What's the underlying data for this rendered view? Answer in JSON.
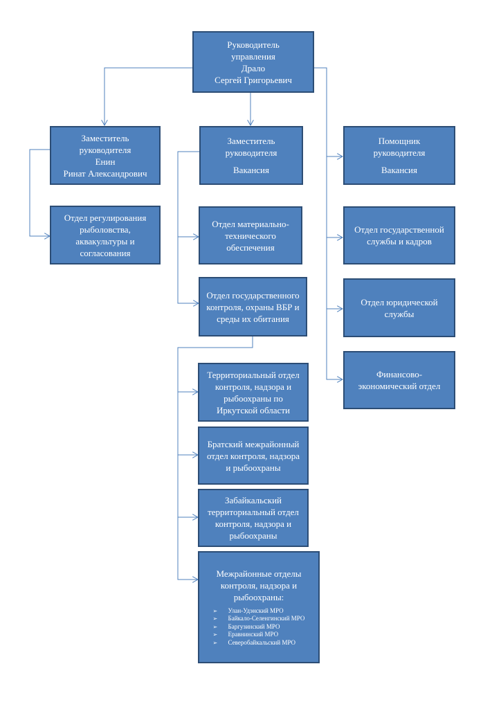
{
  "chart": {
    "head": {
      "lines": [
        "Руководитель",
        "управления",
        "Драло",
        "Сергей Григорьевич"
      ]
    },
    "deputy1": {
      "lines": [
        "Заместитель",
        "руководителя",
        "Енин",
        "Ринат Александрович"
      ]
    },
    "deputy2": {
      "title_lines": [
        "Заместитель",
        "руководителя"
      ],
      "status": "Вакансия"
    },
    "assistant": {
      "title_lines": [
        "Помощник",
        "руководителя"
      ],
      "status": "Вакансия"
    },
    "dept_fishery": {
      "lines": [
        "Отдел регулирования",
        "рыболовства,",
        "аквакультуры и",
        "согласования"
      ]
    },
    "dept_logistics": {
      "lines": [
        "Отдел материально-",
        "технического",
        "обеспечения"
      ]
    },
    "dept_state_control": {
      "lines": [
        "Отдел государственного",
        "контроля, охраны ВБР и",
        "среды их обитания"
      ]
    },
    "dept_civil_service": {
      "lines": [
        "Отдел государственной",
        "службы и кадров"
      ]
    },
    "dept_legal": {
      "lines": [
        "Отдел юридической",
        "службы"
      ]
    },
    "dept_finance": {
      "lines": [
        "Финансово-",
        "экономический отдел"
      ]
    },
    "terr_irkutsk": {
      "lines": [
        "Территориальный отдел",
        "контроля, надзора и",
        "рыбоохраны  по",
        "Иркутской области"
      ]
    },
    "bratsk": {
      "lines": [
        "Братский межрайонный",
        "отдел контроля, надзора",
        "и рыбоохраны"
      ]
    },
    "zabaikal": {
      "lines": [
        "Забайкальский",
        "территориальный отдел",
        "контроля, надзора и",
        "рыбоохраны"
      ]
    },
    "interdistrict": {
      "lines": [
        "Межрайонные отделы",
        "контроля, надзора и",
        "рыбоохраны:"
      ],
      "items": [
        "Улан-Удэнский МРО",
        "Байкало-Селенгинский МРО",
        "Баргузинский МРО",
        "Еравнинский МРО",
        "Северобайкальский МРО"
      ],
      "bullet": "➢"
    }
  },
  "colors": {
    "box_fill": "#4f81bd",
    "box_border": "#2c4d75",
    "connector": "#4f81bd"
  }
}
